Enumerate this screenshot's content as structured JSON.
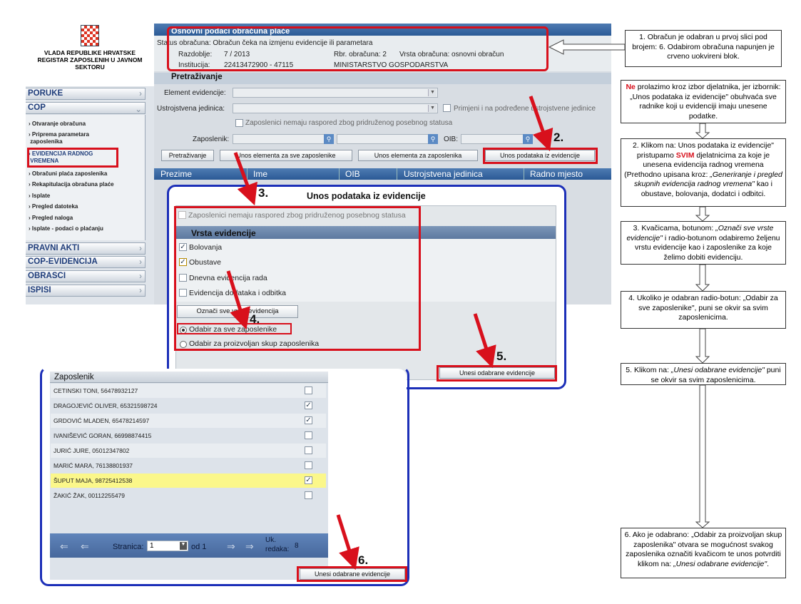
{
  "logo": {
    "line1": "VLADA REPUBLIKE HRVATSKE",
    "line2": "REGISTAR ZAPOSLENIH U JAVNOM SEKTORU"
  },
  "sidebar": {
    "poruke": "PORUKE",
    "cop": "COP",
    "items": [
      "Otvaranje obračuna",
      "Priprema parametara",
      "zaposlenika",
      "EVIDENCIJA RADNOG",
      "VREMENA",
      "Obračuni plaća zaposlenika",
      "Rekapitulacija obračuna plaće",
      "Isplate",
      "Pregled datoteka",
      "Pregled naloga",
      "Isplate - podaci o plaćanju"
    ],
    "pravni": "PRAVNI AKTI",
    "copev": "COP-EVIDENCIJA",
    "obrasci": "OBRASCI",
    "ispisi": "ISPISI"
  },
  "header": {
    "title": "Osnovni podaci obračuna plaće",
    "status": "Status obračuna: Obračun čeka na izmjenu evidencije ili parametara",
    "razdoblje_label": "Razdoblje:",
    "razdoblje": "7 / 2013",
    "rbr": "Rbr. obračuna: 2",
    "vrsta": "Vrsta obračuna: osnovni obračun",
    "institucija_label": "Institucija:",
    "institucija": "22413472900 - 47115",
    "ministarstvo": "MINISTARSTVO GOSPODARSTVA"
  },
  "search": {
    "title": "Pretraživanje",
    "element_label": "Element evidencije:",
    "ustroj_label": "Ustrojstvena jedinica:",
    "primjeni": "Primjeni i na podređene ustrojstvene jedinice",
    "nemaju": "Zaposlenici nemaju raspored zbog pridruženog posebnog statusa",
    "zaposlenik_label": "Zaposlenik:",
    "oib_label": "OIB:",
    "btn_pretrazivanje": "Pretraživanje",
    "btn_svi": "Unos elementa za sve zaposlenike",
    "btn_zap": "Unos elementa za zaposlenika",
    "btn_unos": "Unos podataka iz evidencije"
  },
  "grid": {
    "cols": [
      "Prezime",
      "Ime",
      "OIB",
      "Ustrojstvena jedinica",
      "Radno mjesto"
    ]
  },
  "dialog": {
    "title": "Unos podataka iz evidencije",
    "nemaju": "Zaposlenici nemaju raspored zbog pridruženog posebnog statusa",
    "vrsta": "Vrsta evidencije",
    "options": [
      {
        "label": "Bolovanja",
        "checked": true
      },
      {
        "label": "Obustave",
        "checked": true
      },
      {
        "label": "Dnevna evidencija rada",
        "checked": false
      },
      {
        "label": "Evidencija dodataka i odbitka",
        "checked": false
      }
    ],
    "oznaci": "Označi sve vrste evidencija",
    "radio1": "Odabir za sve zaposlenike",
    "radio2": "Odabir za proizvoljan skup zaposlenika",
    "unesi": "Unesi odabrane evidencije"
  },
  "employees": {
    "header": "Zaposlenik",
    "rows": [
      {
        "name": "CETINSKI TONI, 56478932127",
        "checked": false
      },
      {
        "name": "DRAGOJEVIĆ OLIVER, 65321598724",
        "checked": true
      },
      {
        "name": "GRDOVIĆ MLADEN, 65478214597",
        "checked": true
      },
      {
        "name": "IVANIŠEVIĆ GORAN, 66998874415",
        "checked": false
      },
      {
        "name": "JURIĆ JURE, 05012347802",
        "checked": false
      },
      {
        "name": "MARIĆ MARA, 76138801937",
        "checked": false
      },
      {
        "name": "ŠUPUT MAJA, 98725412538",
        "checked": true
      },
      {
        "name": "ŽAKIĆ ŽAK, 00112255479",
        "checked": false
      }
    ],
    "stranica": "Stranica:",
    "page": "1",
    "od": "od 1",
    "uk": "Uk.",
    "redaka": "redaka:",
    "count": "8",
    "unesi": "Unesi odabrane evidencije"
  },
  "steps": {
    "s2": "2.",
    "s3": "3.",
    "s4": "4.",
    "s5": "5.",
    "s6": "6."
  },
  "notes": {
    "n1": "1. Obračun je odabran u prvoj slici pod brojem: 6. Odabirom obračuna napunjen je crveno uokvireni blok.",
    "n_ne": "Ne",
    "n_ne_rest": " prolazimo kroz izbor djelatnika, jer izbornik: „Unos podataka iz evidencije\" obuhvaća sve radnike koji u evidenciji imaju unesene podatke.",
    "n2a": "2. Klikom na: Unos podataka iz evidencije\" pristupamo ",
    "n2_svim": "SVIM",
    "n2b": " djelatnicima za koje je unesena evidencija radnog vremena (Prethodno upisana kroz: ",
    "n2_it": "„Generiranje i pregled skupnih evidencija radnog vremena\"",
    "n2c": " kao i obustave, bolovanja, dodatci i odbitci.",
    "n3a": "3. Kvačicama, botunom: ",
    "n3_it": "„Označi sve vrste evidencije\"",
    "n3b": " i radio-botunom odabiremo željenu vrstu evidencije kao i zaposlenike za koje želimo dobiti evidenciju.",
    "n4": "4. Ukoliko je odabran radio-botun: „Odabir za sve zaposlenike\",  puni se okvir sa svim zaposlenicima.",
    "n5a": "5. Klikom na: ",
    "n5_it": "„Unesi odabrane evidencije\"",
    "n5b": " puni se okvir sa svim zaposlenicima.",
    "n6a": "6. Ako je odabrano: „Odabir za proizvoljan skup zaposlenika\" otvara se mogućnost svakog zaposlenika označiti kvačicom te unos potvrditi klikom na:  ",
    "n6_it": "„Unesi odabrane evidencije\"",
    "n6b": "."
  },
  "colors": {
    "red": "#d8101c",
    "blue": "#1c2fb8",
    "navy": "#1f3d7a",
    "header": "#2b5a96"
  }
}
